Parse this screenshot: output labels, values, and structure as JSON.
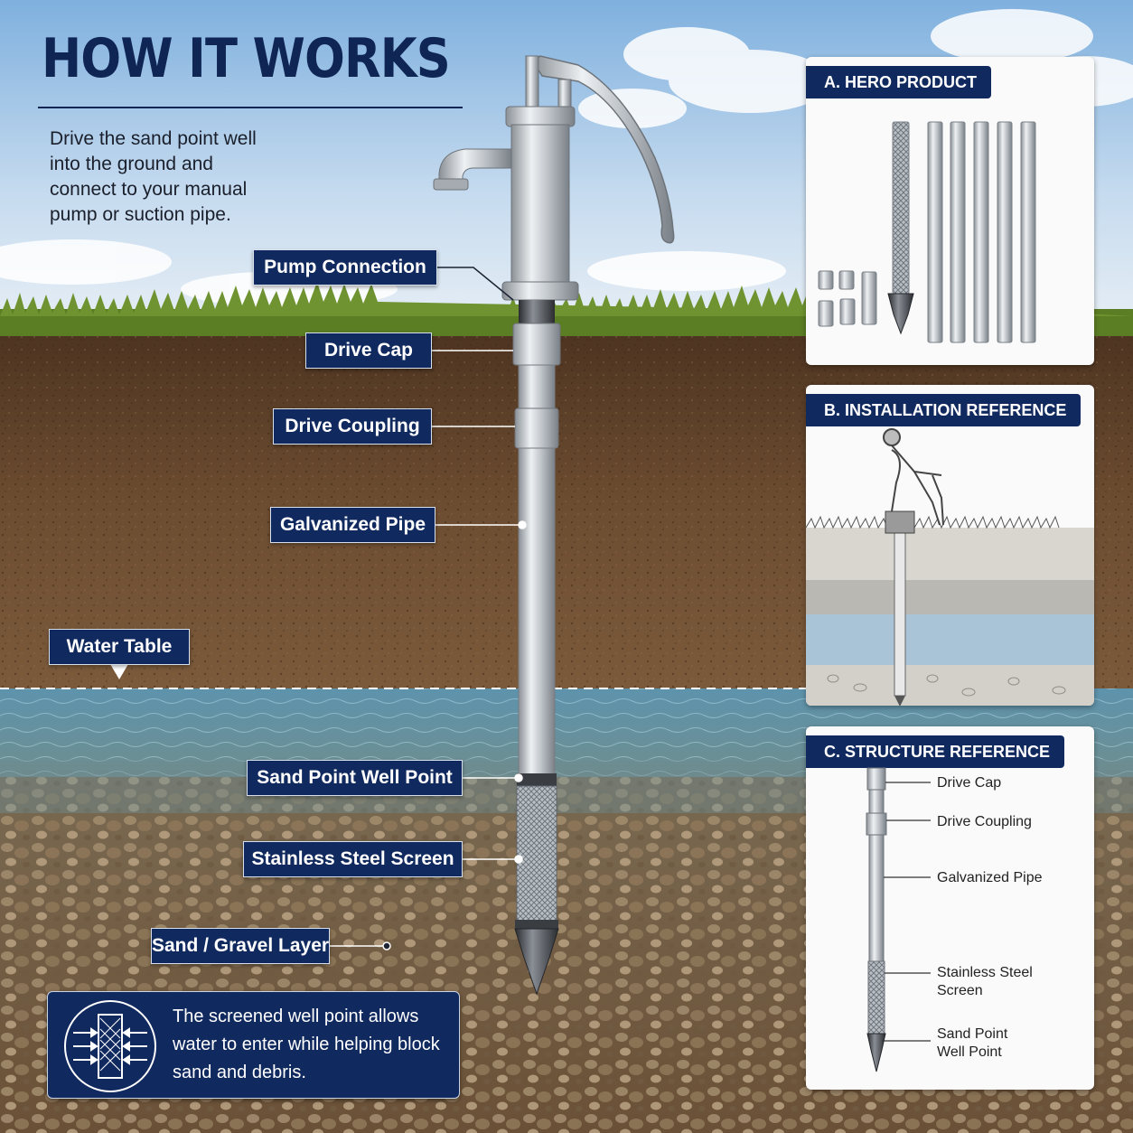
{
  "header": {
    "title": "HOW IT WORKS",
    "intro": "Drive the sand point well into the ground and connect to your manual pump or suction pipe."
  },
  "callouts": {
    "pump_connection": "Pump Connection",
    "drive_cap": "Drive Cap",
    "drive_coupling": "Drive Coupling",
    "galvanized_pipe": "Galvanized Pipe",
    "water_table": "Water Table",
    "sand_point": "Sand Point Well Point",
    "screen": "Stainless Steel Screen",
    "gravel": "Sand / Gravel Layer"
  },
  "panels": {
    "hero": {
      "title": "A. HERO PRODUCT"
    },
    "installation": {
      "title": "B. INSTALLATION REFERENCE"
    },
    "structure": {
      "title": "C. STRUCTURE REFERENCE",
      "labels": {
        "drive_cap": "Drive Cap",
        "drive_coupling": "Drive Coupling",
        "galvanized_pipe": "Galvanized Pipe",
        "screen_line1": "Stainless Steel",
        "screen_line2": "Screen",
        "point_line1": "Sand Point",
        "point_line2": "Well Point"
      }
    }
  },
  "note": {
    "text": "The screened well point allows water to enter while helping block sand and debris.",
    "icon": "screen-filter-icon"
  },
  "colors": {
    "navy": "#10295e",
    "title": "#0f2554",
    "sky": "#a9c8e6",
    "soil": "#6a4a2e",
    "water": "#5f8a9a",
    "grass": "#5b7d24"
  }
}
